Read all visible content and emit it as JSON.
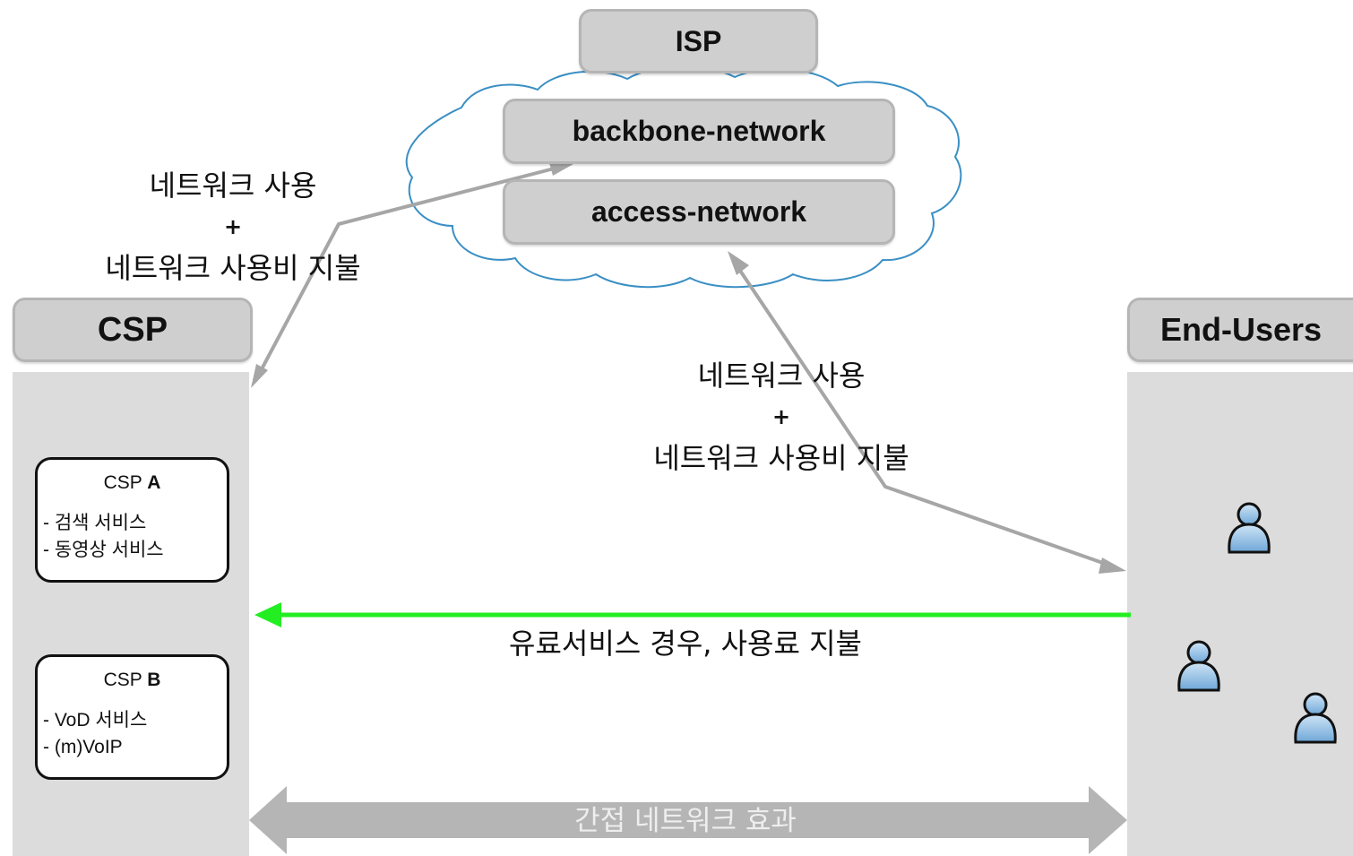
{
  "isp": {
    "title": "ISP",
    "backbone": "backbone-network",
    "access": "access-network"
  },
  "csp": {
    "title": "CSP",
    "card_a": {
      "prefix": "CSP ",
      "letter": "A",
      "items": [
        "- 검색 서비스",
        "- 동영상 서비스"
      ]
    },
    "card_b": {
      "prefix": "CSP ",
      "letter": "B",
      "items": [
        "- VoD 서비스",
        "- (m)VoIP"
      ]
    }
  },
  "end_users": {
    "title": "End-Users",
    "icon": "user-icon"
  },
  "notes": {
    "left": {
      "line1": "네트워크 사용",
      "plus": "+",
      "line2": "네트워크 사용비 지불"
    },
    "right": {
      "line1": "네트워크 사용",
      "plus": "+",
      "line2": "네트워크 사용비 지불"
    },
    "payment": "유료서비스 경우, 사용료 지불",
    "indirect": "간접 네트워크 효과"
  },
  "colors": {
    "box_fill": "#cfcfcf",
    "panel": "#dcdcdc",
    "cloud_stroke": "#3a8fc4",
    "arrow_gray": "#a6a6a6",
    "arrow_green": "#22ee22",
    "user_blue": "#8fc0e8"
  }
}
